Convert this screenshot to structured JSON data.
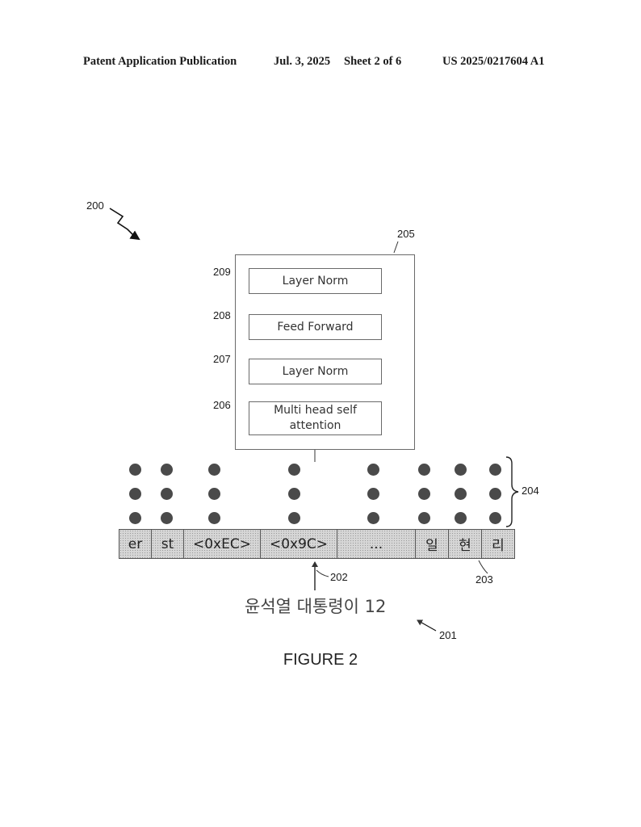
{
  "header": {
    "publication": "Patent Application Publication",
    "date": "Jul. 3, 2025",
    "sheet": "Sheet 2 of 6",
    "number": "US 2025/0217604 A1"
  },
  "figure": {
    "ref_main": "200",
    "ref_block": "205",
    "ref_input": "201",
    "ref_tokenizer_arrow": "202",
    "ref_tokens": "203",
    "ref_embeddings": "204",
    "caption": "FIGURE 2"
  },
  "layers": [
    {
      "ref": "209",
      "label": "Layer Norm"
    },
    {
      "ref": "208",
      "label": "Feed Forward"
    },
    {
      "ref": "207",
      "label": "Layer Norm"
    },
    {
      "ref": "206",
      "label": "Multi head self attention"
    }
  ],
  "tokens": [
    "er",
    "st",
    "<0xEC>",
    "<0x9C>",
    "...",
    "일",
    "현",
    "리"
  ],
  "input_text": "윤석열 대통령이 12"
}
